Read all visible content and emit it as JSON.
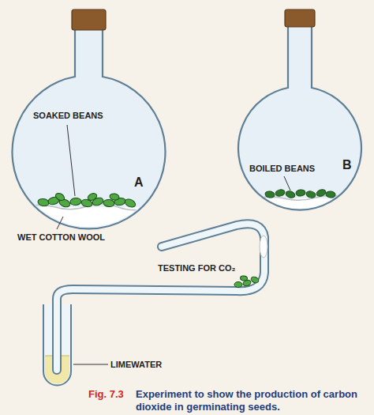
{
  "diagram": {
    "caption": "Experiment to show the production of carbon dioxide in germinating seeds.",
    "labels": [
      "SOAKED BEANS",
      "A",
      "WET COTTON WOOL",
      "B",
      "BOILED BEANS",
      "TESTING FOR CO₂",
      "LIMEWATER",
      "Fig. 7.3"
    ]
  }
}
